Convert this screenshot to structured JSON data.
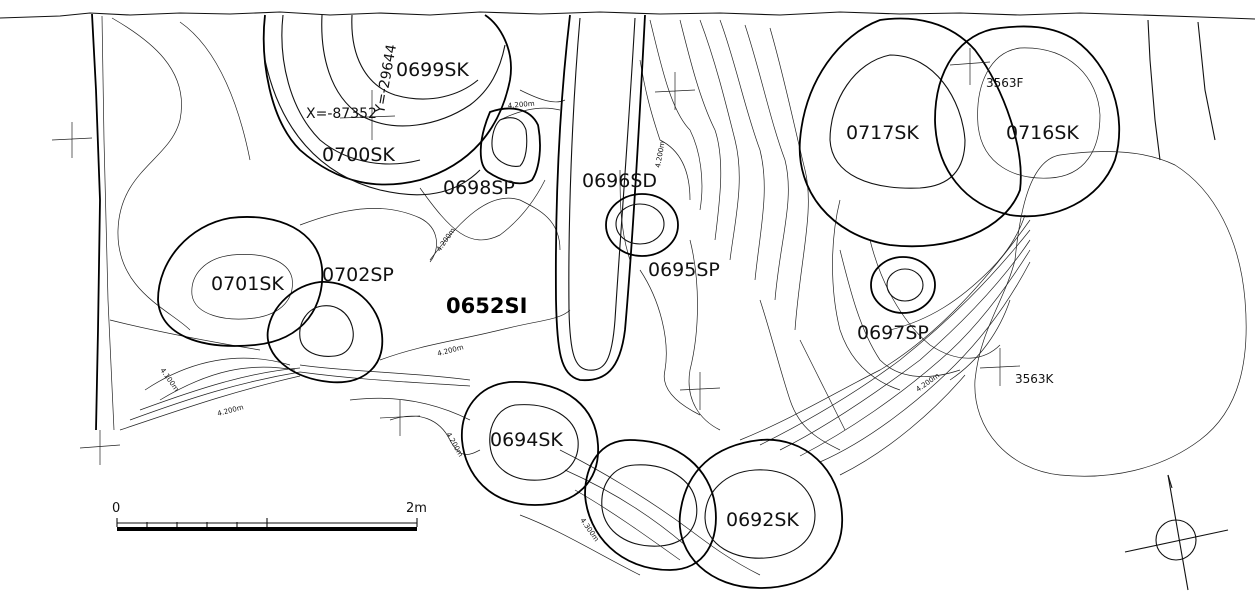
{
  "features": {
    "f0699sk": "0699SK",
    "f0700sk": "0700SK",
    "f0698sp": "0698SP",
    "f0696sd": "0696SD",
    "f0695sp": "0695SP",
    "f0717sk": "0717SK",
    "f0716sk": "0716SK",
    "f0701sk": "0701SK",
    "f0702sp": "0702SP",
    "f0652si": "0652SI",
    "f0697sp": "0697SP",
    "f0694sk": "0694SK",
    "f0692sk": "0692SK"
  },
  "grid_labels": {
    "x_coord": "X=-87352",
    "y_coord": "Y=-29644",
    "g3563f": "3563F",
    "g3563k": "3563K"
  },
  "contours": {
    "c1": "4.200m",
    "c2": "4.200m",
    "c3": "4.200m",
    "c4": "4.200m",
    "c5": "4.100m",
    "c6": "4.200m",
    "c7": "4.200m",
    "c8": "4.300m",
    "c9": "4.200m"
  },
  "scale_bar": {
    "start": "0",
    "end": "2m"
  }
}
